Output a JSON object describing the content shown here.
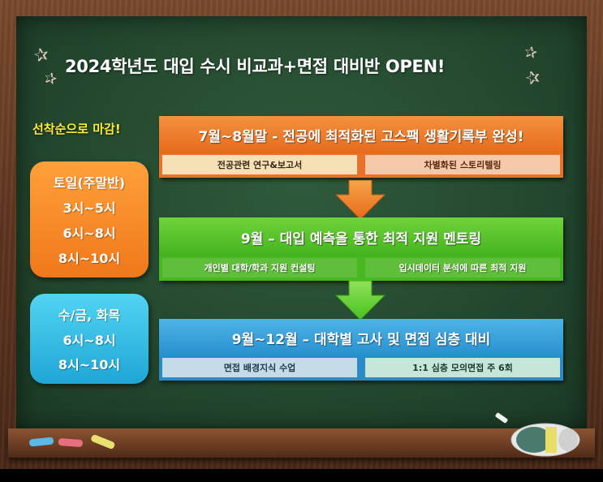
{
  "header": {
    "title": "2024학년도 대입 수시 비교과+면접 대비반 OPEN!"
  },
  "notice": {
    "first_come": "선착순으로 마감!"
  },
  "schedule": [
    {
      "lines": [
        "토일(주말반)",
        "3시~5시",
        "6시~8시",
        "8시~10시"
      ]
    },
    {
      "lines": [
        "수/금, 화목",
        "6시~8시",
        "8시~10시"
      ]
    }
  ],
  "steps": [
    {
      "title": "7월~8월말 - 전공에 최적화된 고스팩 생활기록부 완성!",
      "items": [
        "전공관련 연구&보고서",
        "차별화된 스토리텔링"
      ]
    },
    {
      "title": "9월 – 대입 예측을 통한 최적 지원 멘토링",
      "items": [
        "개인별 대학/학과 지원 컨설팅",
        "입시데이터 분석에 따른 최적 지원"
      ]
    },
    {
      "title": "9월~12월 – 대학별 고사 및 면접 심층 대비",
      "items": [
        "면접 배경지식 수업",
        "1:1 심층 모의면접 주 6회"
      ]
    }
  ],
  "colors": {
    "board": "#24492f",
    "frame": "#5e3520",
    "orange": "#e8722a",
    "green": "#48b822",
    "blue": "#2b8bc6",
    "notice_yellow": "#ffeb3b"
  },
  "icons": [
    "star-icon",
    "arrow-down-icon",
    "chalk-icon",
    "eraser-icon"
  ]
}
